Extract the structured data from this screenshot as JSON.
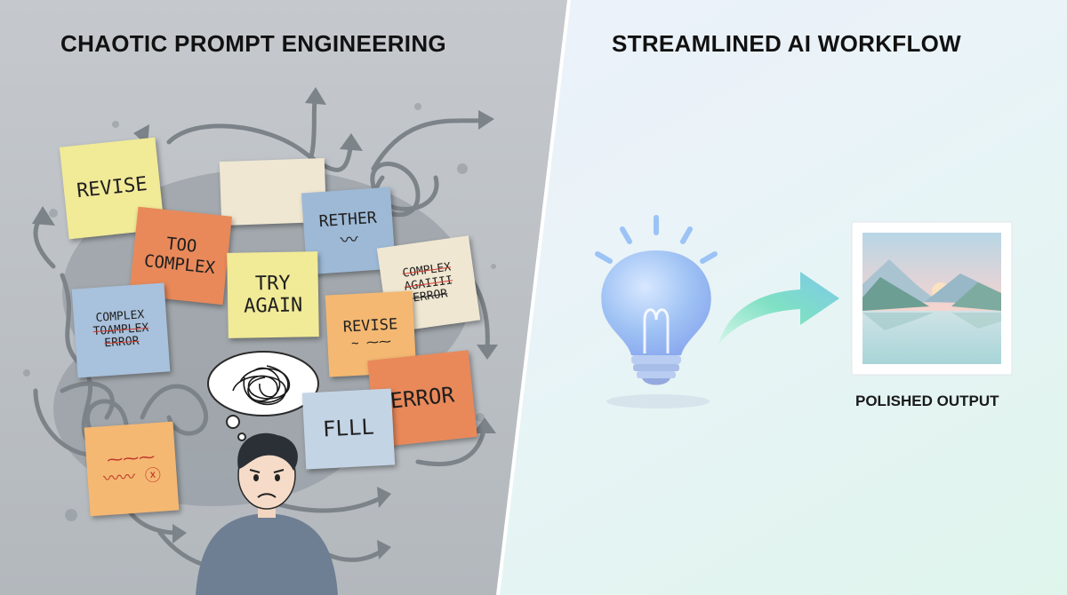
{
  "left_panel": {
    "title": "CHAOTIC PROMPT ENGINEERING",
    "notes": {
      "revise_1": "REVISE",
      "too_complex_1": "TOO",
      "too_complex_2": "COMPLEX",
      "bether": "RETHER",
      "try_again_1": "TRY",
      "try_again_2": "AGAIN",
      "complex_crossed_1": "COMPLEX",
      "complex_crossed_2": "AGAIIII",
      "complex_crossed_3": "ERROR",
      "complex_left_1": "COMPLEX",
      "complex_left_2": "TOAMPLEX",
      "complex_left_3": "ERROR",
      "revise_2": "REVISE",
      "error": "ERROR",
      "flll": "FLLL"
    }
  },
  "right_panel": {
    "title": "STREAMLINED AI WORKFLOW",
    "output_label": "POLISHED OUTPUT"
  },
  "colors": {
    "left_bg": "#b9bec3",
    "right_bg": "#eef3fb",
    "note_yellow": "#f1ea97",
    "note_orange": "#e9895a",
    "note_blue": "#9db9d6",
    "note_cream": "#efe7d2",
    "note_light_orange": "#f4b872",
    "arrow_gray": "#7c8389",
    "bulb_blue": "#9cc3f5",
    "arrow_teal": "#7fe0c4"
  },
  "icons": {
    "lightbulb": "lightbulb-icon",
    "arrow": "curved-arrow-icon",
    "landscape": "landscape-image-icon",
    "thought": "tangled-thought-bubble-icon",
    "person": "stressed-person-icon"
  }
}
